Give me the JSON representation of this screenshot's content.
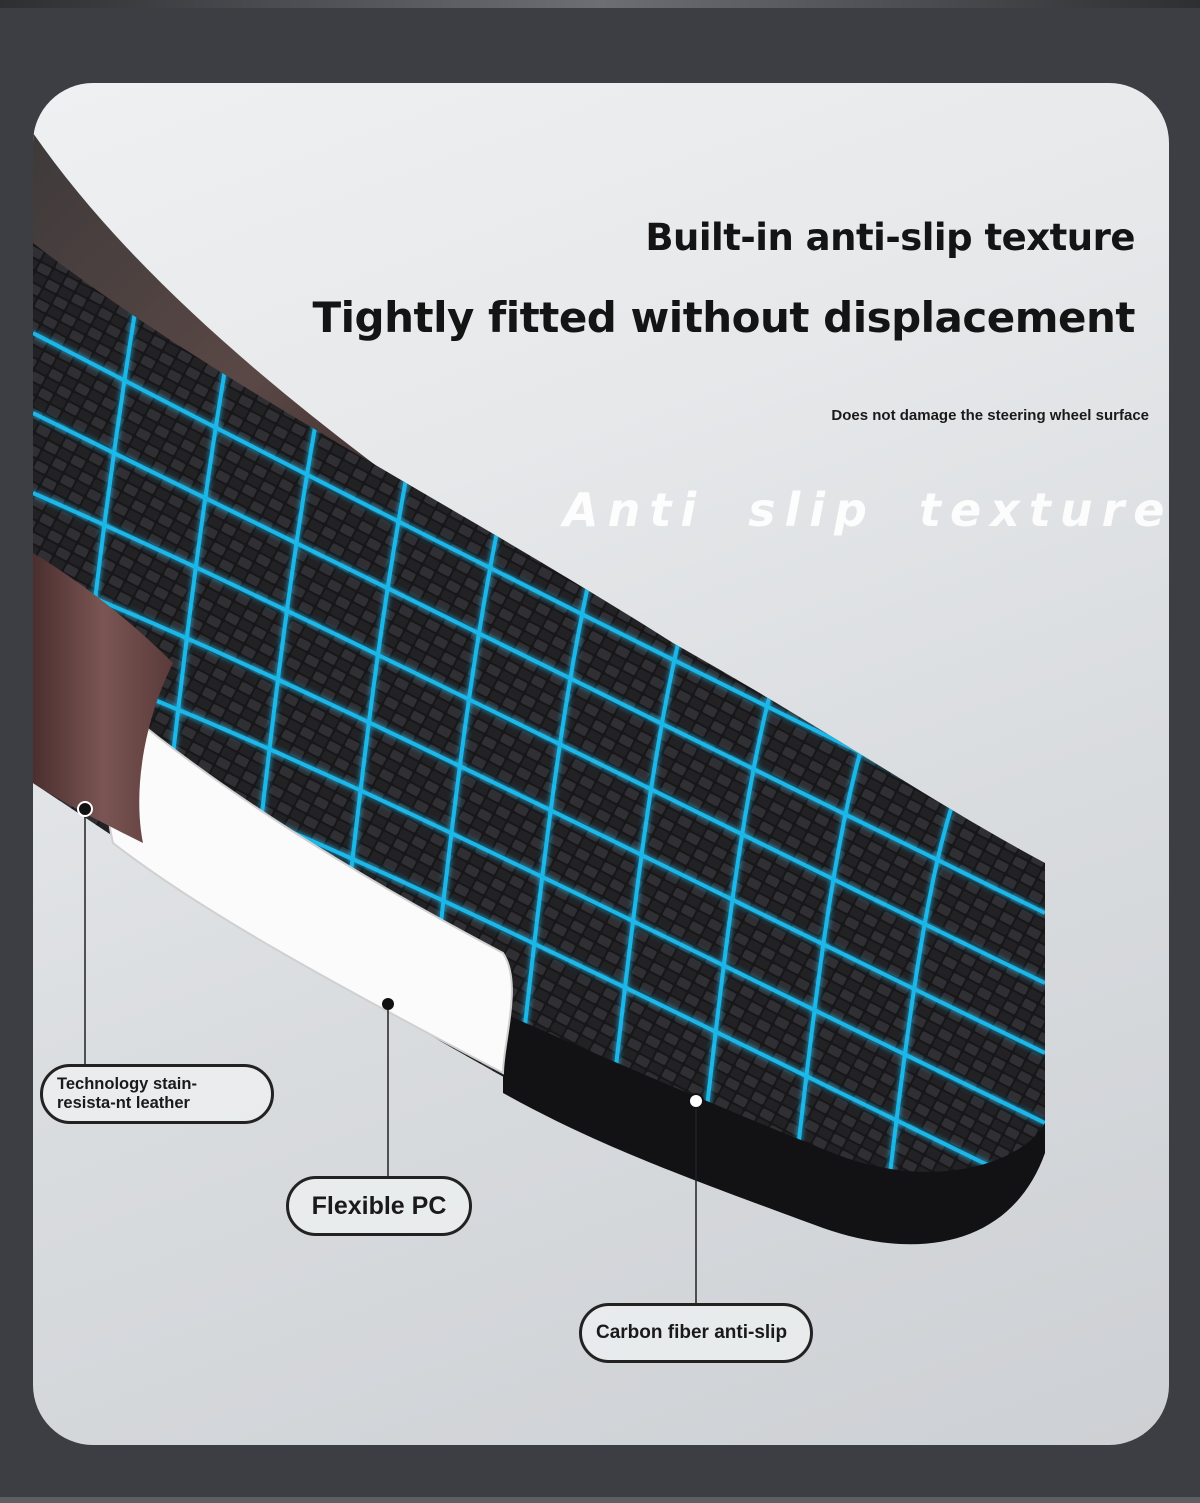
{
  "headline_primary": "Built-in anti-slip texture",
  "headline_secondary": "Tightly fitted without displacement",
  "subtitle": "Does not damage the steering wheel surface",
  "watermark": "Anti slip texture",
  "labels": {
    "leather": "Technology stain-resista-nt leather",
    "pc": "Flexible PC",
    "carbon": "Carbon fiber anti-slip"
  },
  "colors": {
    "page_background": "#3d3e43",
    "card_background": "#e6e8ea",
    "leather": "#6e4a48",
    "carbon_fiber": "#1c1c1e",
    "glow": "#1ec8ff",
    "pc_layer": "#ffffff"
  }
}
